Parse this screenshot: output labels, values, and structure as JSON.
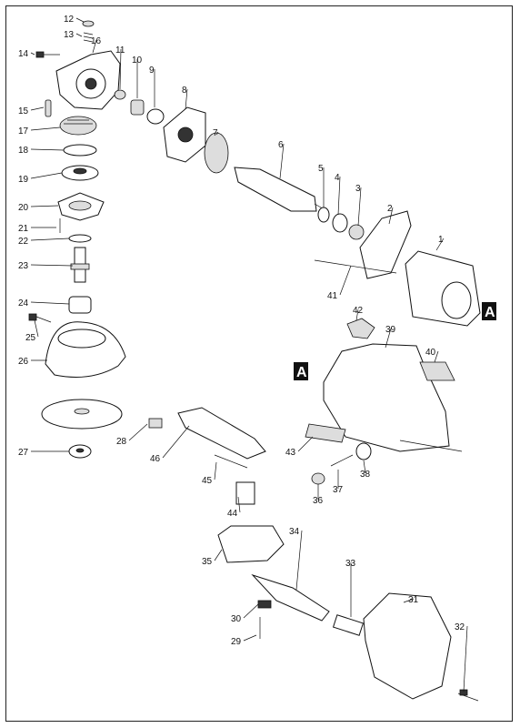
{
  "diagram": {
    "type": "exploded-parts-view",
    "part_numbers": [
      "1",
      "2",
      "3",
      "4",
      "5",
      "6",
      "7",
      "8",
      "9",
      "10",
      "11",
      "12",
      "13",
      "14",
      "15",
      "16",
      "17",
      "18",
      "19",
      "20",
      "21",
      "22",
      "23",
      "24",
      "25",
      "26",
      "27",
      "28",
      "29",
      "30",
      "31",
      "32",
      "33",
      "34",
      "35",
      "36",
      "37",
      "38",
      "39",
      "40",
      "41",
      "42",
      "43",
      "44",
      "45",
      "46"
    ],
    "reference_marks": [
      "A",
      "A"
    ]
  }
}
